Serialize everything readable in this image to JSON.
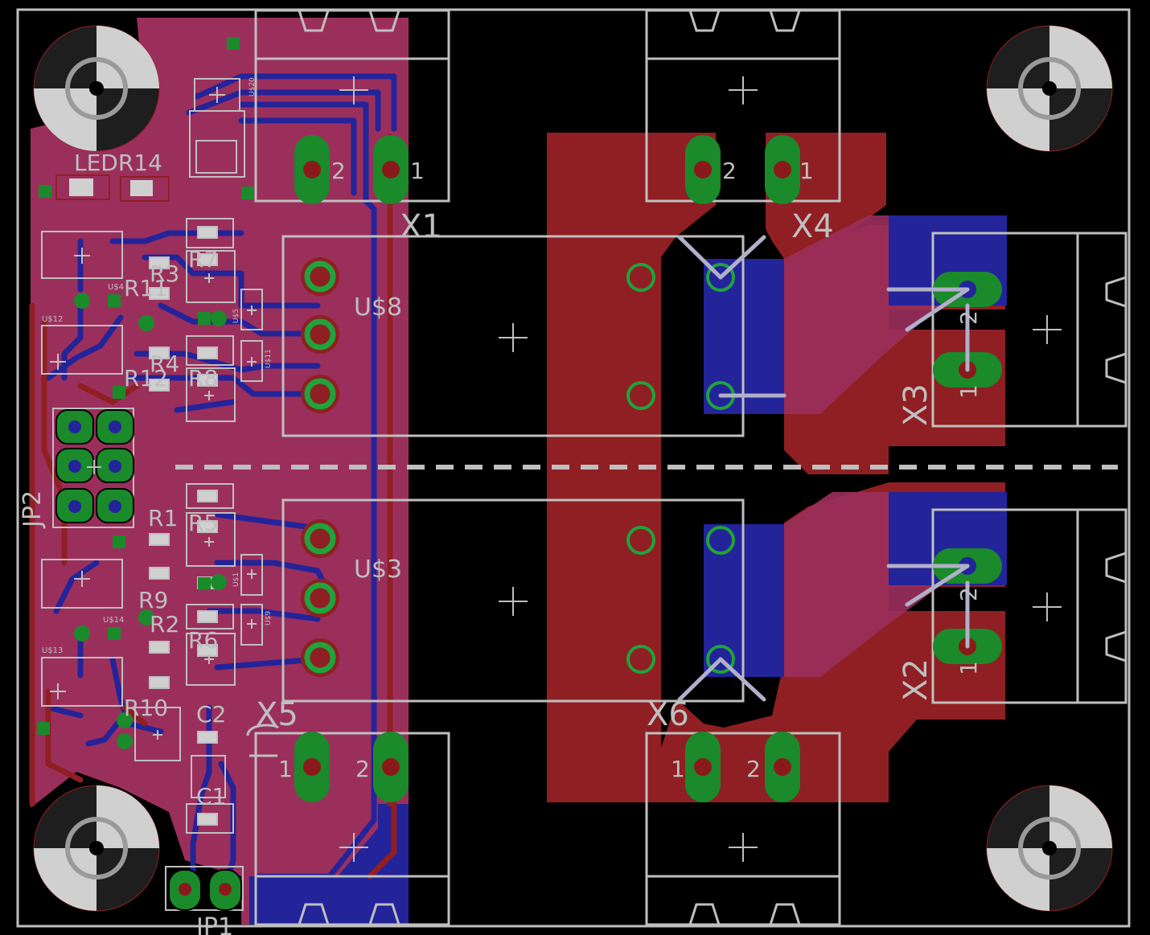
{
  "board": {
    "colors": {
      "background": "#000000",
      "top_copper": "#8f1f22",
      "bottom_copper": "#23239a",
      "overlap_pour": "#9b2f5c",
      "silkscreen": "#bfbfbf",
      "pads": "#1a8a2a"
    },
    "labels": {
      "x1": "X1",
      "x2": "X2",
      "x3": "X3",
      "x4": "X4",
      "x5": "X5",
      "x6": "X6",
      "u8": "U$8",
      "u3": "U$3",
      "jp1": "JP1",
      "jp2": "JP2",
      "led_r14": "LEDR14",
      "r1": "R1",
      "r2": "R2",
      "r3": "R3",
      "r4": "R4",
      "r5": "R5",
      "r6": "R6",
      "r7": "R7",
      "r8": "R8",
      "r9": "R9",
      "r10": "R10",
      "r11": "R11",
      "r12": "R12",
      "c1": "C1",
      "c2": "C2",
      "u20": "U$20",
      "u4": "U$4",
      "u12": "U$12",
      "u14": "U$14",
      "u13": "U$13",
      "u5": "U$5",
      "u11": "U$11",
      "u1": "U$1",
      "u9": "U$9",
      "pin1": "1",
      "pin2": "2"
    }
  }
}
